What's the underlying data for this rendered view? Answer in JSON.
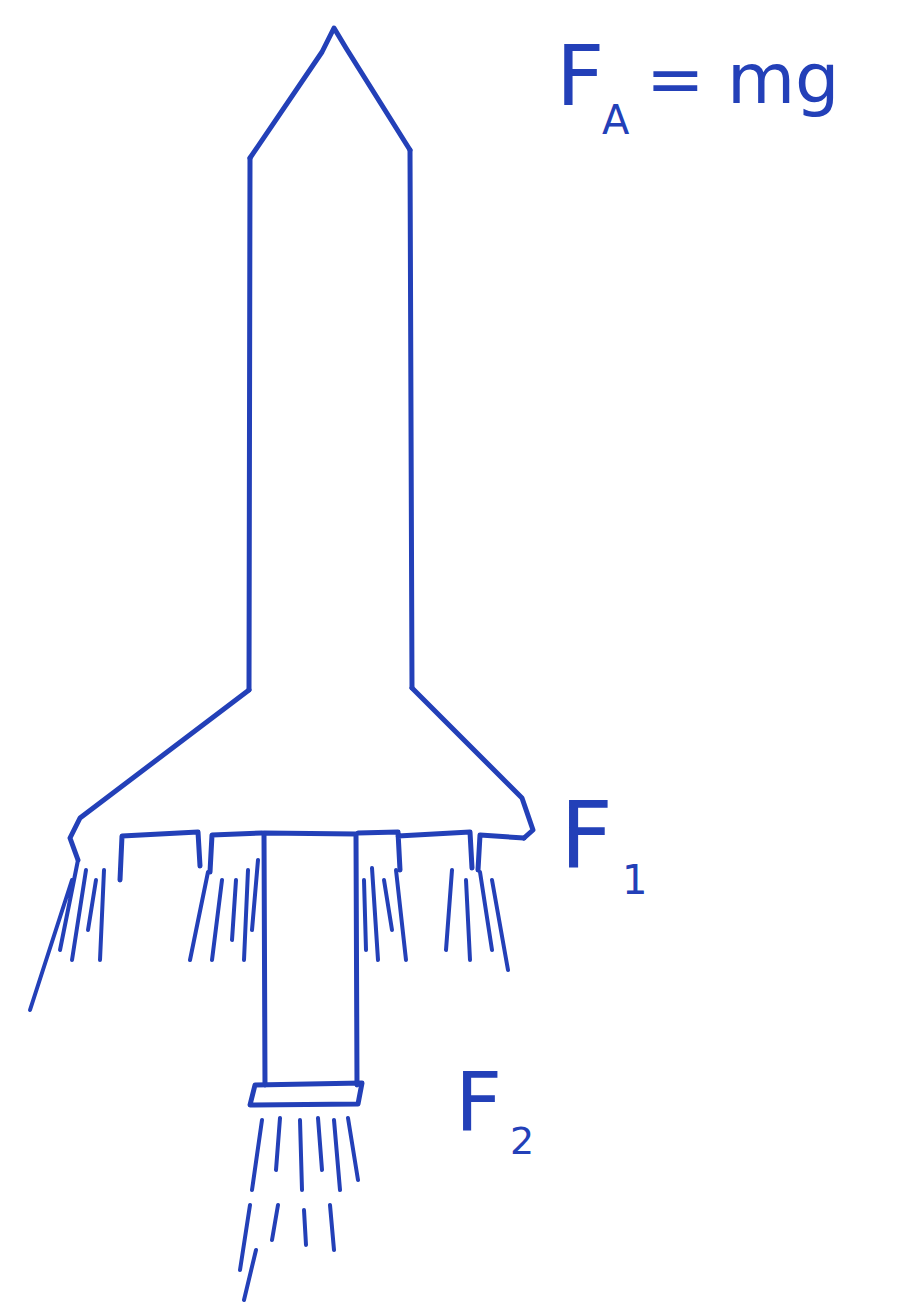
{
  "diagram": {
    "labels": [
      "F",
      "A",
      "= mg",
      "F",
      "1",
      "F",
      "2"
    ]
  }
}
